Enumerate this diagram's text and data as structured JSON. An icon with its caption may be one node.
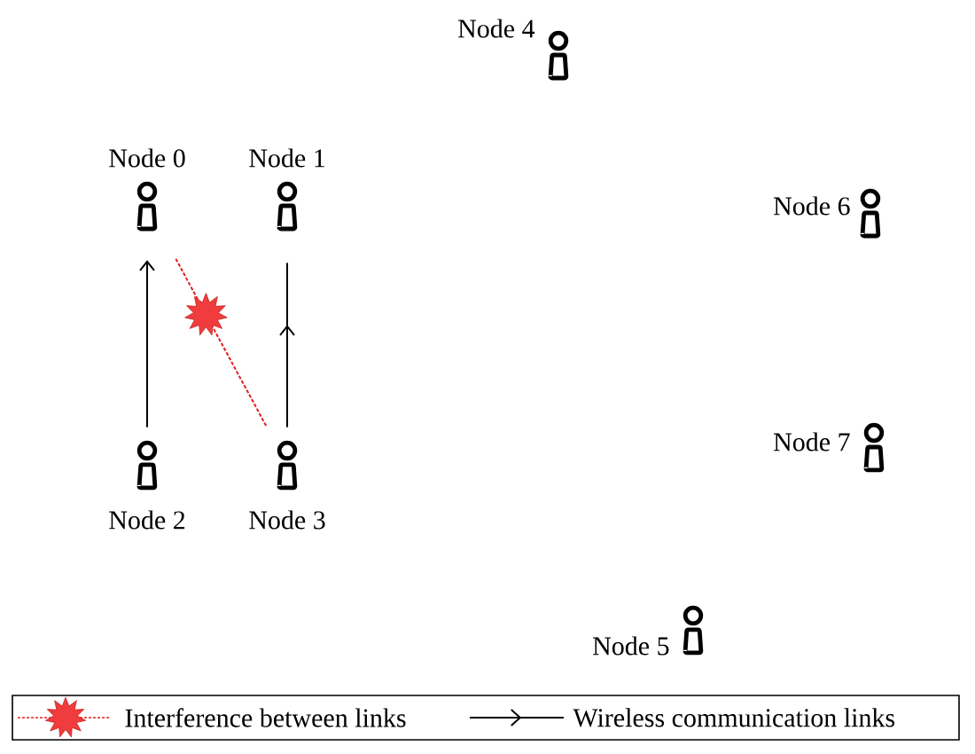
{
  "diagram": {
    "nodes": [
      {
        "text": [],
        "shape": "person",
        "beside": [
          "Node 0"
        ]
      },
      {
        "text": [],
        "shape": "person",
        "beside": [
          "Node 1"
        ]
      },
      {
        "text": [],
        "shape": "person",
        "beside": [
          "Node 2"
        ]
      },
      {
        "text": [],
        "shape": "person",
        "beside": [
          "Node 3"
        ]
      },
      {
        "text": [],
        "shape": "person",
        "beside": [
          "Node 4"
        ]
      },
      {
        "text": [],
        "shape": "person",
        "beside": [
          "Node 6"
        ]
      },
      {
        "text": [],
        "shape": "person",
        "beside": [
          "Node 7"
        ]
      },
      {
        "text": [],
        "shape": "person",
        "beside": [
          "Node 5"
        ]
      }
    ],
    "edges": [
      {
        "from": 2,
        "to": 0,
        "arrow": "to"
      },
      {
        "from": 3,
        "to": 1,
        "arrow": "to"
      },
      {
        "from": 3,
        "to": 0,
        "arrow": "none",
        "style": "dashed",
        "color": "#e02020"
      }
    ],
    "legend": [
      {
        "text": "Interference between links"
      },
      {
        "text": "Wireless communication links"
      }
    ]
  }
}
